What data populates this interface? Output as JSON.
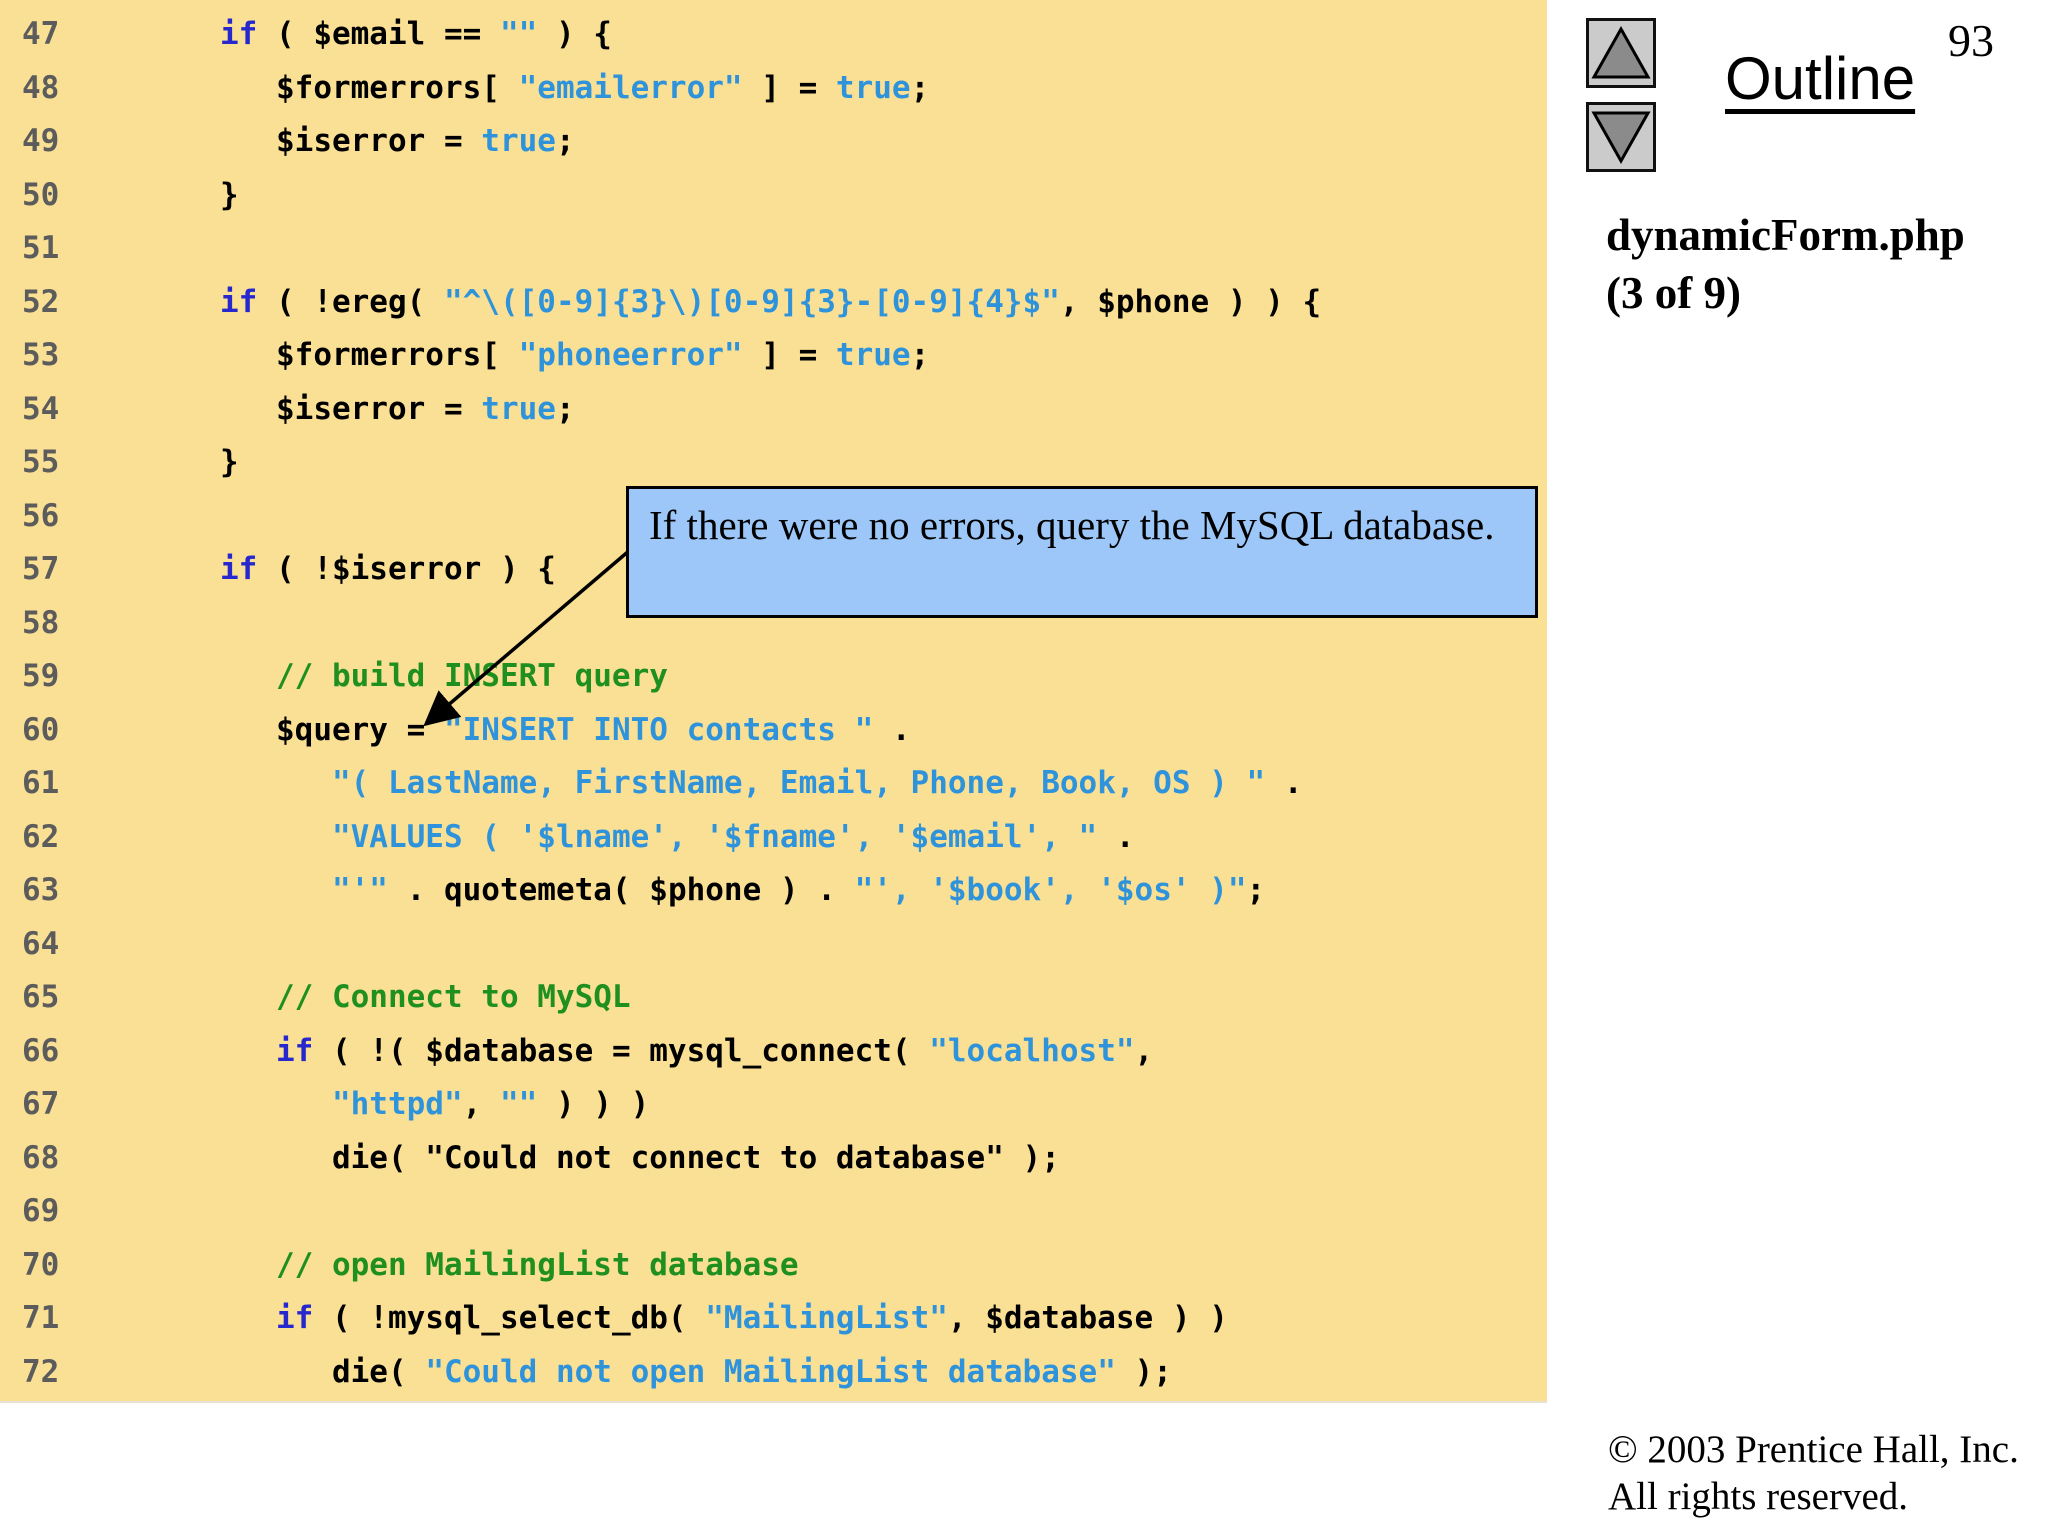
{
  "page": {
    "number": "93"
  },
  "colors": {
    "code_background": "#FAE094",
    "keyword": "#2727CE",
    "string": "#2E93DB",
    "comment": "#1F8F1F",
    "line_number": "#5C5C5C",
    "callout_background": "#9CC7F8",
    "callout_border": "#000000",
    "button_background": "#CBCBCB",
    "button_triangle": "#8B8B8B"
  },
  "callout": {
    "text": "If there were no errors, query the MySQL database."
  },
  "sidebar": {
    "outline_label": "Outline",
    "file_label_line1": "dynamicForm.php",
    "file_label_line2": "(3 of 9)",
    "copyright_line1": "© 2003 Prentice Hall, Inc.",
    "copyright_line2": "All rights reserved.",
    "icons": {
      "up": "up-arrow-icon",
      "down": "down-arrow-icon"
    }
  },
  "code": {
    "lines": [
      {
        "num": "47",
        "tokens": [
          [
            "k",
            "if"
          ],
          [
            "n",
            " ( $email == "
          ],
          [
            "s",
            "\"\""
          ],
          [
            "n",
            " ) {"
          ]
        ]
      },
      {
        "num": "48",
        "tokens": [
          [
            "n",
            "   $formerrors[ "
          ],
          [
            "s",
            "\"emailerror\""
          ],
          [
            "n",
            " ] = "
          ],
          [
            "s",
            "true"
          ],
          [
            "n",
            ";"
          ]
        ]
      },
      {
        "num": "49",
        "tokens": [
          [
            "n",
            "   $iserror = "
          ],
          [
            "s",
            "true"
          ],
          [
            "n",
            ";"
          ]
        ]
      },
      {
        "num": "50",
        "tokens": [
          [
            "n",
            "}"
          ]
        ]
      },
      {
        "num": "51",
        "tokens": []
      },
      {
        "num": "52",
        "tokens": [
          [
            "k",
            "if"
          ],
          [
            "n",
            " ( !ereg( "
          ],
          [
            "s",
            "\"^\\([0-9]{3}\\)[0-9]{3}-[0-9]{4}$\""
          ],
          [
            "n",
            ", $phone ) ) {"
          ]
        ]
      },
      {
        "num": "53",
        "tokens": [
          [
            "n",
            "   $formerrors[ "
          ],
          [
            "s",
            "\"phoneerror\""
          ],
          [
            "n",
            " ] = "
          ],
          [
            "s",
            "true"
          ],
          [
            "n",
            ";"
          ]
        ]
      },
      {
        "num": "54",
        "tokens": [
          [
            "n",
            "   $iserror = "
          ],
          [
            "s",
            "true"
          ],
          [
            "n",
            ";"
          ]
        ]
      },
      {
        "num": "55",
        "tokens": [
          [
            "n",
            "}"
          ]
        ]
      },
      {
        "num": "56",
        "tokens": []
      },
      {
        "num": "57",
        "tokens": [
          [
            "k",
            "if"
          ],
          [
            "n",
            " ( !$iserror ) {"
          ]
        ]
      },
      {
        "num": "58",
        "tokens": []
      },
      {
        "num": "59",
        "tokens": [
          [
            "c",
            "   // build INSERT query"
          ]
        ]
      },
      {
        "num": "60",
        "tokens": [
          [
            "n",
            "   $query = "
          ],
          [
            "s",
            "\"INSERT INTO contacts \""
          ],
          [
            "n",
            " ."
          ]
        ]
      },
      {
        "num": "61",
        "tokens": [
          [
            "n",
            "      "
          ],
          [
            "s",
            "\"( LastName, FirstName, Email, Phone, Book, OS ) \""
          ],
          [
            "n",
            " ."
          ]
        ]
      },
      {
        "num": "62",
        "tokens": [
          [
            "n",
            "      "
          ],
          [
            "s",
            "\"VALUES ( '$lname', '$fname', '$email', \""
          ],
          [
            "n",
            " ."
          ]
        ]
      },
      {
        "num": "63",
        "tokens": [
          [
            "n",
            "      "
          ],
          [
            "s",
            "\"'\""
          ],
          [
            "n",
            " . quotemeta( $phone ) . "
          ],
          [
            "s",
            "\"', '$book', '$os' )\""
          ],
          [
            "n",
            ";"
          ]
        ]
      },
      {
        "num": "64",
        "tokens": []
      },
      {
        "num": "65",
        "tokens": [
          [
            "c",
            "   // Connect to MySQL"
          ]
        ]
      },
      {
        "num": "66",
        "tokens": [
          [
            "n",
            "   "
          ],
          [
            "k",
            "if"
          ],
          [
            "n",
            " ( !( $database = mysql_connect( "
          ],
          [
            "s",
            "\"localhost\""
          ],
          [
            "n",
            ","
          ]
        ]
      },
      {
        "num": "67",
        "tokens": [
          [
            "n",
            "      "
          ],
          [
            "s",
            "\"httpd\""
          ],
          [
            "n",
            ", "
          ],
          [
            "s",
            "\"\""
          ],
          [
            "n",
            " ) ) )"
          ]
        ]
      },
      {
        "num": "68",
        "tokens": [
          [
            "n",
            "      die( \"Could not connect to database\" );"
          ]
        ]
      },
      {
        "num": "69",
        "tokens": []
      },
      {
        "num": "70",
        "tokens": [
          [
            "c",
            "   // open MailingList database"
          ]
        ]
      },
      {
        "num": "71",
        "tokens": [
          [
            "n",
            "   "
          ],
          [
            "k",
            "if"
          ],
          [
            "n",
            " ( !mysql_select_db( "
          ],
          [
            "s",
            "\"MailingList\""
          ],
          [
            "n",
            ", $database ) )"
          ]
        ]
      },
      {
        "num": "72",
        "tokens": [
          [
            "n",
            "      die( "
          ],
          [
            "s",
            "\"Could not open MailingList database\""
          ],
          [
            "n",
            " );"
          ]
        ]
      }
    ]
  }
}
